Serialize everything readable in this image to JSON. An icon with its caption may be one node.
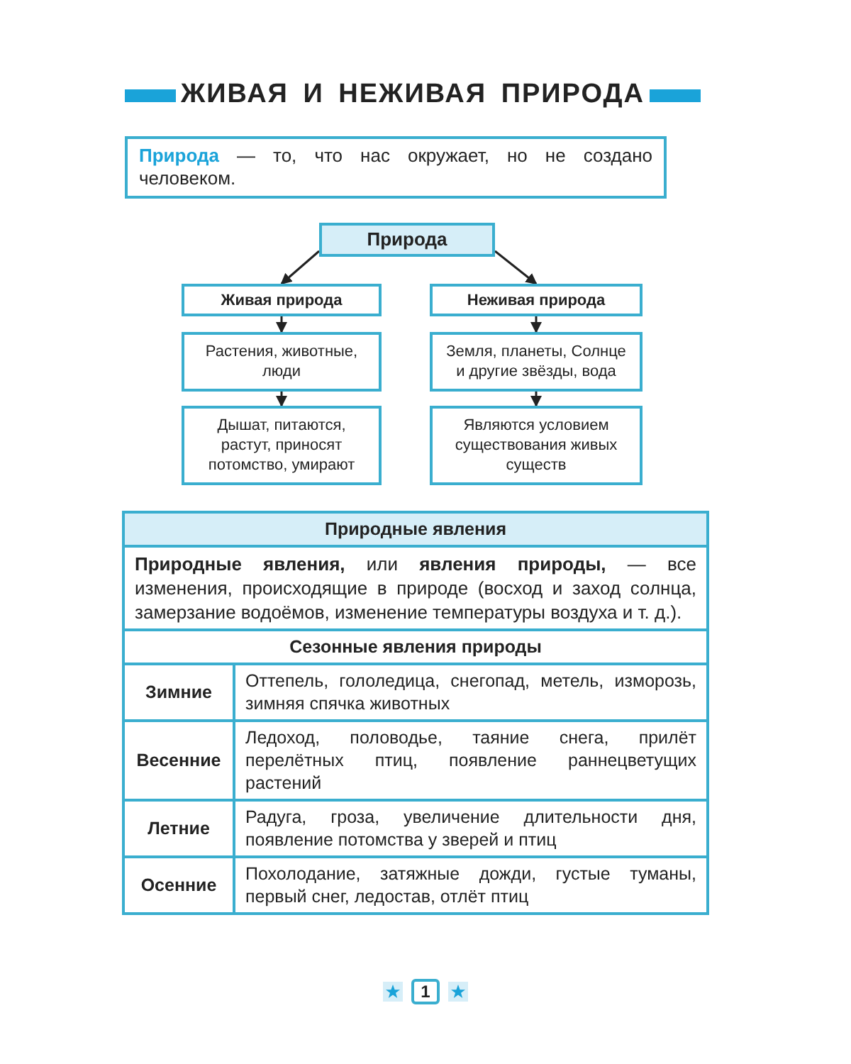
{
  "diagram": {
    "title": "ЖИВАЯ И НЕЖИВАЯ ПРИРОДА",
    "nodes": [
      {
        "text": [
          "**Природа** — то, что нас окружает, но не создано человеком."
        ]
      },
      {
        "text": [
          "Природа"
        ]
      },
      {
        "text": [
          "Живая природа"
        ]
      },
      {
        "text": [
          "Неживая природа"
        ]
      },
      {
        "text": [
          "Растения, животные, люди"
        ]
      },
      {
        "text": [
          "Земля, планеты, Солнце и другие звёзды, вода"
        ]
      },
      {
        "text": [
          "Дышат, питаются, растут, приносят потомство, умирают"
        ]
      },
      {
        "text": [
          "Являются условием существования живых существ"
        ]
      }
    ],
    "edges": [
      {
        "from": 1,
        "to": 2,
        "arrow": "to"
      },
      {
        "from": 1,
        "to": 3,
        "arrow": "to"
      },
      {
        "from": 2,
        "to": 4,
        "arrow": "to"
      },
      {
        "from": 4,
        "to": 6,
        "arrow": "to"
      },
      {
        "from": 3,
        "to": 5,
        "arrow": "to"
      },
      {
        "from": 5,
        "to": 7,
        "arrow": "to"
      }
    ],
    "labels": [
      "Природные явления",
      "**Природные явления,** или **явления природы,** — все изменения, происходящие в природе (восход и заход солнца, замерзание водоёмов, изменение температуры воздуха и т. д.).",
      "Сезонные явления природы",
      "Зимние",
      "Оттепель, гололедица, снегопад, метель, изморозь, зимняя спячка животных",
      "Весенние",
      "Ледоход, половодье, таяние снега, прилёт перелётных птиц, появление раннецветущих растений",
      "Летние",
      "Радуга, гроза, увеличение длительности дня, появление потомства у зверей и птиц",
      "Осенние",
      "Похолодание, затяжные дожди, густые туманы, первый снег, ледостав, отлёт птиц",
      "1"
    ]
  }
}
